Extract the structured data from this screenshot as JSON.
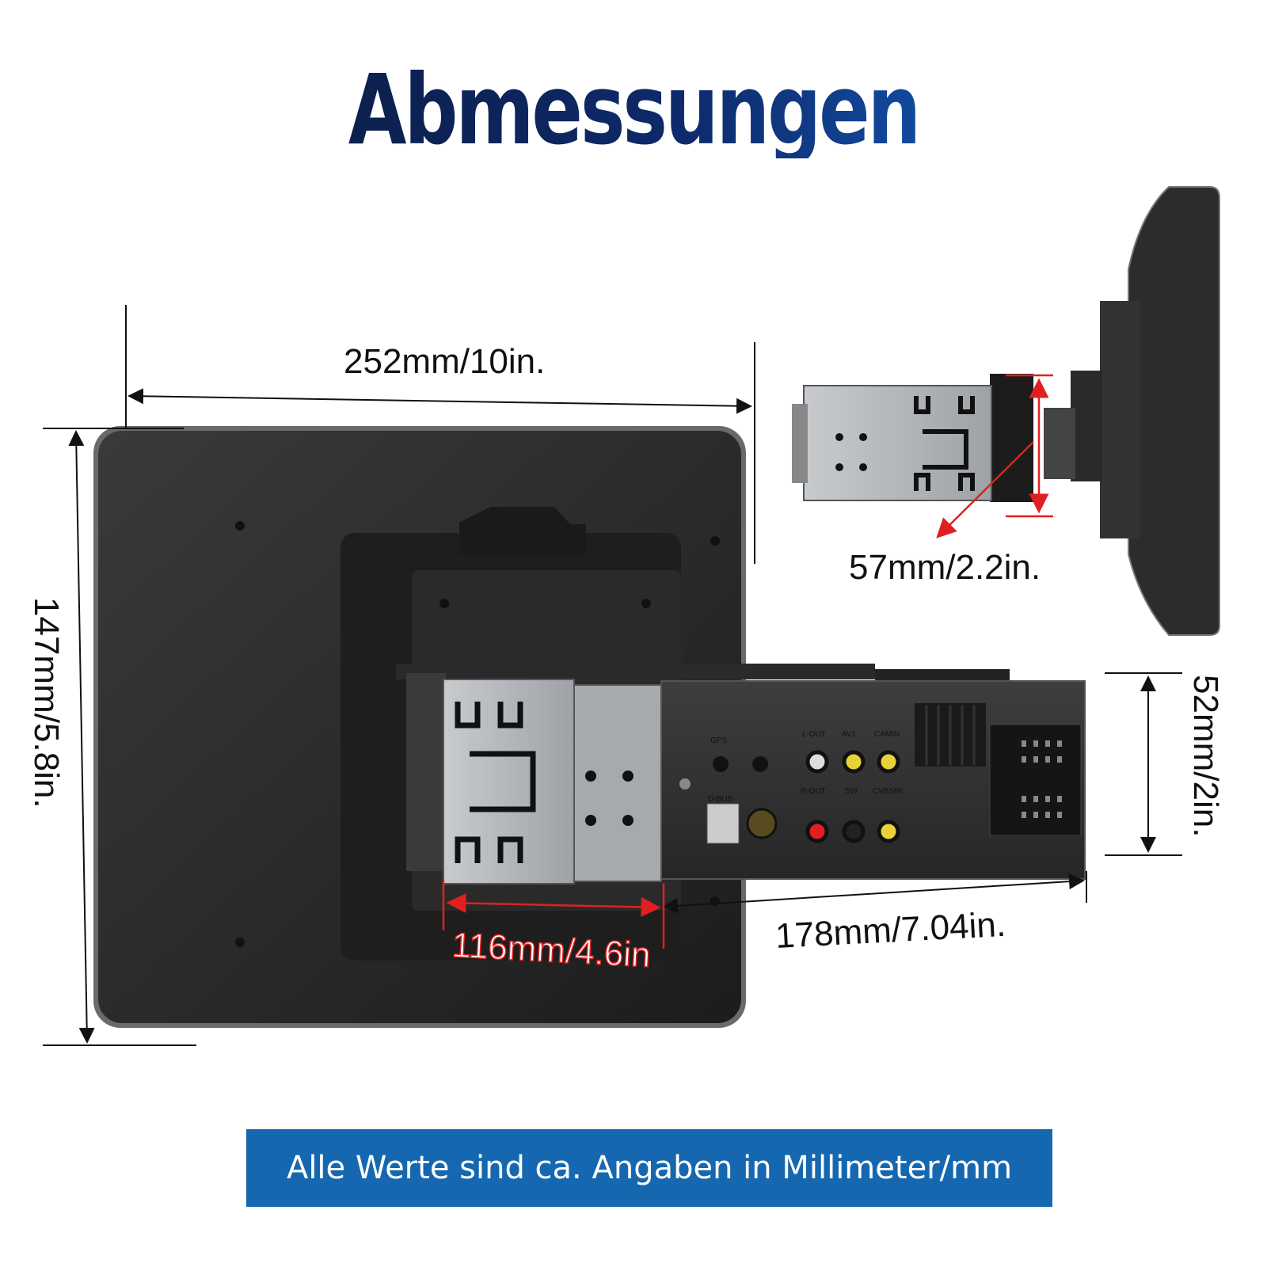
{
  "title": "Abmessungen",
  "dimensions": {
    "width": "252mm/10in.",
    "height": "147mm/5.8in.",
    "bracket_height": "57mm/2.2in.",
    "chassis_height": "52mm/2in.",
    "chassis_depth": "178mm/7.04in.",
    "cage_depth": "116mm/4.6in"
  },
  "ports": {
    "gps": "GPS",
    "dbus": "D-BUS",
    "l_out": "L-OUT",
    "av1": "AV1",
    "cam_in": "CAMIN",
    "r_out": "R-OUT",
    "sw": "SW",
    "cvbs_in": "CVBSIN"
  },
  "footer": "Alle Werte sind ca. Angaben in Millimeter/mm",
  "colors": {
    "title_dark": "#0b1a3a",
    "title_blue": "#1565c8",
    "footer_bg": "#1568b0",
    "accent_red": "#e02020",
    "device_dark": "#2a2a2a",
    "cage_metal": "#b9bcc0"
  }
}
